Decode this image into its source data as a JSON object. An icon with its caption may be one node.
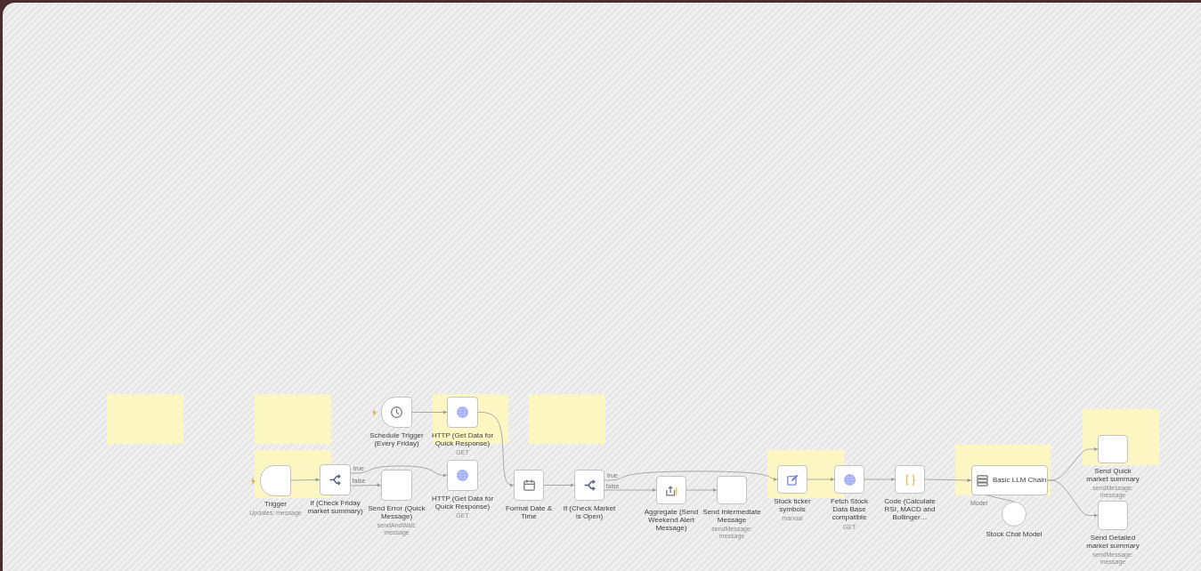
{
  "diagram": {
    "nodes": [
      {
        "text": [],
        "shape": "box"
      },
      {
        "text": [],
        "shape": "box"
      },
      {
        "text": [],
        "shape": "box"
      },
      {
        "text": [
          "Trigger",
          "Updates: message"
        ],
        "in": 2
      },
      {
        "text": [
          "If (Check Friday market summary)"
        ]
      },
      {
        "text": [
          "Send Error (Quick Message)",
          "sendAndWait: message"
        ]
      },
      {
        "text": [
          "Schedule Trigger (Every Friday)"
        ]
      },
      {
        "text": [],
        "shape": "box"
      },
      {
        "text": [
          "HTTP (Get Data for Quick Response)",
          "GET"
        ],
        "in": 7
      },
      {
        "text": [
          "HTTP (Get Data for Quick Response)",
          "GET"
        ]
      },
      {
        "text": [],
        "shape": "box"
      },
      {
        "text": [
          "Format Date & Time"
        ]
      },
      {
        "text": [
          "If (Check Market is Open)"
        ]
      },
      {
        "text": [
          "Aggregate (Send Weekend Alert Message)"
        ]
      },
      {
        "text": [
          "Send Intermediate Message",
          "sendMessage: message"
        ]
      },
      {
        "text": [],
        "shape": "box"
      },
      {
        "text": [
          "Stock ticker symbols",
          "manual"
        ],
        "in": 15
      },
      {
        "text": [
          "Fetch Stock Data Base compatible",
          "GET"
        ]
      },
      {
        "text": [
          "Code (Calculate RSI, MACD and Bollinger…"
        ]
      },
      {
        "text": [],
        "shape": "box"
      },
      {
        "text": [
          "Basic LLM Chain"
        ],
        "beside": [
          "Model"
        ],
        "in": 19
      },
      {
        "text": [
          "Stock Chat Model"
        ]
      },
      {
        "text": [],
        "shape": "box"
      },
      {
        "text": [
          "Send Quick market summary",
          "sendMessage: message"
        ],
        "in": 22
      },
      {
        "text": [
          "Send Detailed market summary",
          "sendMessage: message"
        ]
      }
    ],
    "edges": [
      {
        "from": 3,
        "to": 4,
        "arrow": "to"
      },
      {
        "from": 4,
        "to": 9,
        "arrow": "to",
        "label": "true"
      },
      {
        "from": 4,
        "to": 5,
        "arrow": "to",
        "label": "false"
      },
      {
        "from": 6,
        "to": 8,
        "arrow": "to"
      },
      {
        "from": 8,
        "to": 11,
        "arrow": "to"
      },
      {
        "from": 11,
        "to": 12,
        "arrow": "to"
      },
      {
        "from": 12,
        "to": 16,
        "arrow": "to",
        "label": "true"
      },
      {
        "from": 12,
        "to": 13,
        "arrow": "to",
        "label": "false"
      },
      {
        "from": 13,
        "to": 14,
        "arrow": "to"
      },
      {
        "from": 16,
        "to": 17,
        "arrow": "to"
      },
      {
        "from": 17,
        "to": 18,
        "arrow": "to"
      },
      {
        "from": 18,
        "to": 20,
        "arrow": "to"
      },
      {
        "from": 21,
        "to": 20,
        "arrow": "none"
      },
      {
        "from": 20,
        "to": 23,
        "arrow": "to"
      },
      {
        "from": 20,
        "to": 24,
        "arrow": "to"
      }
    ]
  }
}
